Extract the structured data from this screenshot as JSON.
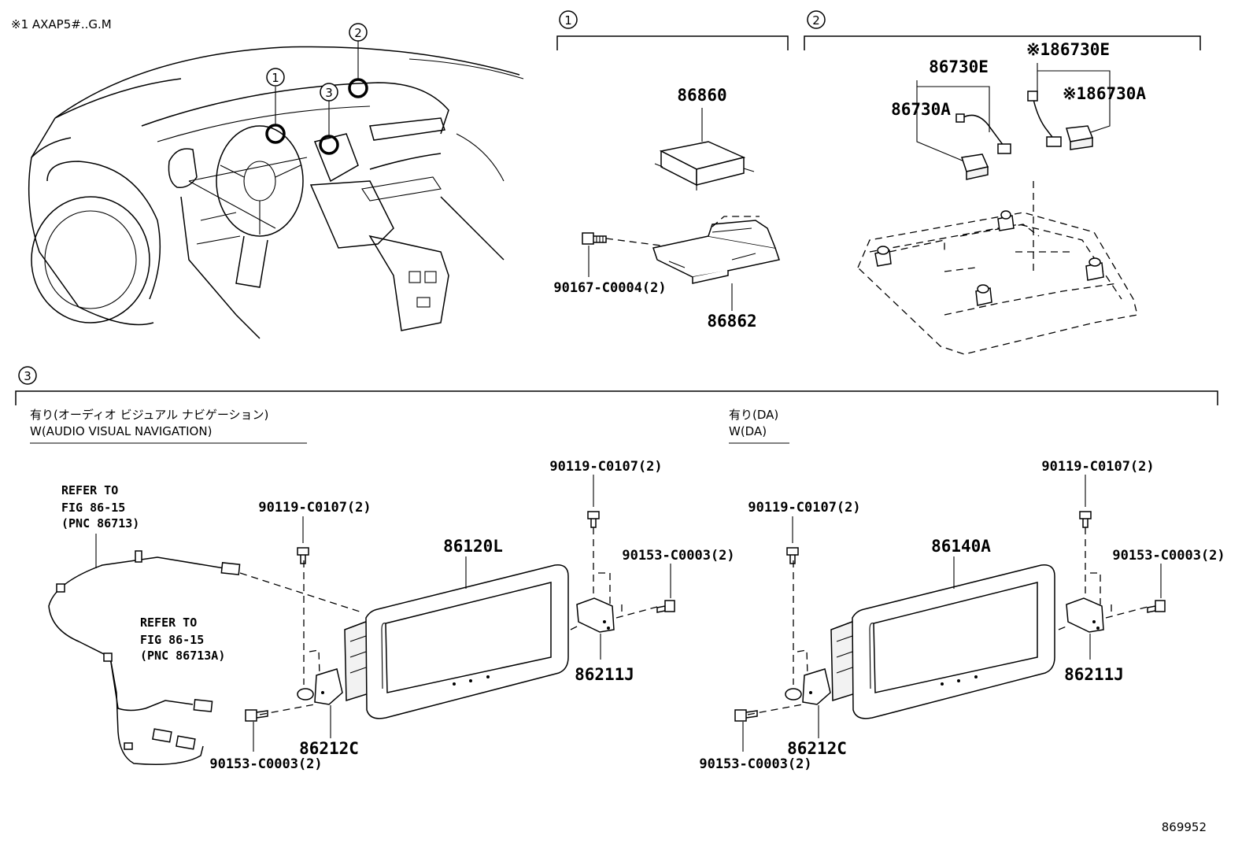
{
  "header": {
    "model_note": "※1 AXAP5#..G.M",
    "drawing_number": "869952"
  },
  "callouts": {
    "one": "1",
    "two": "2",
    "three": "3"
  },
  "section1": {
    "parts": {
      "ecu": "86860",
      "bracket": "86862",
      "bolt": "90167-C0004(2)"
    }
  },
  "section2": {
    "parts": {
      "wire_a": "86730E",
      "wire_a_plug": "86730A",
      "wire_b": "※186730E",
      "wire_b_plug": "※186730A"
    }
  },
  "section3": {
    "left": {
      "variant_jp": "有り(オーディオ ビジュアル ナビゲーション)",
      "variant_en": "W(AUDIO VISUAL NAVIGATION)",
      "display": "86120L",
      "bracket_right": "86211J",
      "bracket_left": "86212C",
      "screw_top_left": "90119-C0107(2)",
      "screw_top_right": "90119-C0107(2)",
      "screw_side_right": "90153-C0003(2)",
      "screw_bottom_left": "90153-C0003(2)",
      "refer1": {
        "line1": "REFER TO",
        "line2": "FIG 86-15",
        "line3": "(PNC 86713)"
      },
      "refer2": {
        "line1": "REFER TO",
        "line2": "FIG 86-15",
        "line3": "(PNC 86713A)"
      }
    },
    "right": {
      "variant_jp": "有り(DA)",
      "variant_en": "W(DA)",
      "display": "86140A",
      "bracket_right": "86211J",
      "bracket_left": "86212C",
      "screw_top_left": "90119-C0107(2)",
      "screw_top_right": "90119-C0107(2)",
      "screw_side_right": "90153-C0003(2)",
      "screw_bottom_left": "90153-C0003(2)"
    }
  }
}
